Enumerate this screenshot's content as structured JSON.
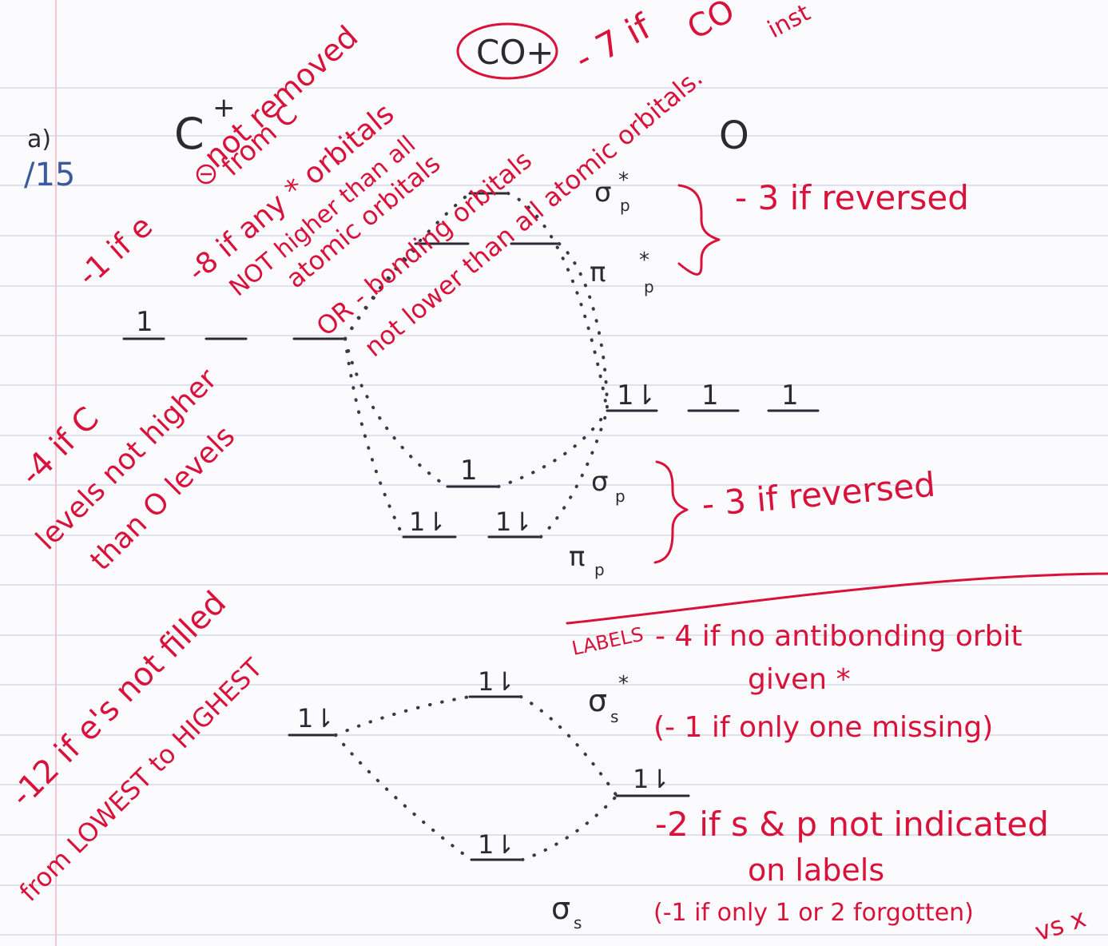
{
  "molecule": "CO+",
  "part": {
    "label": "a)",
    "points": "/15"
  },
  "headers": {
    "left_atom": "C",
    "left_charge": "+",
    "right_atom": "O"
  },
  "orbital_labels": {
    "sigma_p_star": "σ",
    "sigma_p_star_sub": "p",
    "sigma_p_star_sup": "*",
    "pi_p_star": "π",
    "pi_p_star_sub": "p",
    "pi_p_star_sup": "*",
    "sigma_p": "σ",
    "sigma_p_sub": "p",
    "pi_p": "π",
    "pi_p_sub": "p",
    "sigma_s_star": "σ",
    "sigma_s_star_sub": "s",
    "sigma_s_star_sup": "*",
    "sigma_s": "σ",
    "sigma_s_sub": "s"
  },
  "electrons": {
    "c_2p_a": "1",
    "o_2p_a": "1⇂",
    "o_2p_b": "1",
    "o_2p_c": "1",
    "sigma_p": "1",
    "pi_p_a": "1⇂",
    "pi_p_b": "1⇂",
    "sigma_s_star": "1⇂",
    "c_2s": "1⇂",
    "o_2s": "1⇂",
    "sigma_s": "1⇂"
  },
  "rubric": {
    "top_right_1": "- 7 if",
    "top_right_2": "CO",
    "top_right_3": "inst",
    "electron_removed_1": "-1 if e",
    "electron_removed_2": "not removed",
    "electron_removed_3": "from C",
    "antibonding_1": "-8 if any * orbitals",
    "antibonding_2": "NOT higher than all",
    "antibonding_3": "atomic orbitals",
    "antibonding_4": "OR - bonding orbitals",
    "antibonding_5": "not lower than all atomic orbitals.",
    "reversed_top": "- 3 if reversed",
    "reversed_mid": "- 3 if reversed",
    "c_levels_1": "-4 if C",
    "c_levels_2": "levels not higher",
    "c_levels_3": "than O levels",
    "fill_order_1": "-12 if e's not filled",
    "fill_order_2": "from LOWEST to HIGHEST",
    "labels_tag": "LABELS",
    "labels_1": "- 4 if no antibonding orbit",
    "labels_2": "given *",
    "labels_3": "(- 1 if only one missing)",
    "sp_1": "-2 if s & p not indicated",
    "sp_2": "on labels",
    "sp_3": "(-1 if only 1 or 2 forgotten)",
    "corner": "vs x"
  }
}
